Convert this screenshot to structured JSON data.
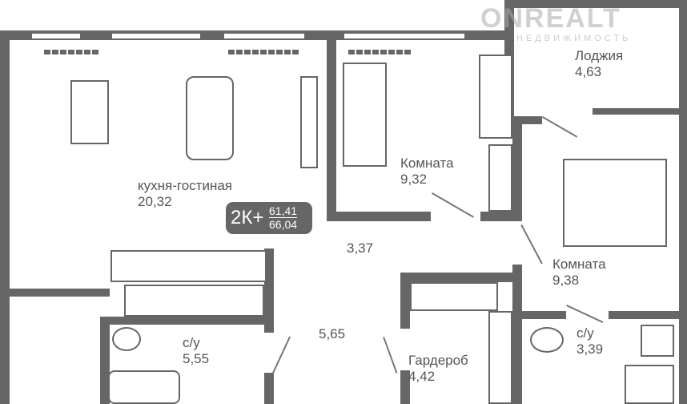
{
  "rooms": {
    "kitchen": {
      "name": "кухня-гостиная",
      "area": "20,32"
    },
    "room1": {
      "name": "Комната",
      "area": "9,32"
    },
    "loggia": {
      "name": "Лоджия",
      "area": "4,63"
    },
    "hall": {
      "area": "3,37"
    },
    "room2": {
      "name": "Комната",
      "area": "9,38"
    },
    "corridor": {
      "area": "5,65"
    },
    "bath1": {
      "name": "с/у",
      "area": "5,55"
    },
    "bath2": {
      "name": "с/у",
      "area": "3,39"
    },
    "wardrobe": {
      "name": "Гардероб",
      "area": "4,42"
    }
  },
  "badge": {
    "type": "2К+",
    "living": "61,41",
    "total": "66,04"
  },
  "watermark": {
    "brand": "ONREALT",
    "sub": "НЕДВИЖИМОСТЬ"
  },
  "colors": {
    "wall": "#666666",
    "badge": "#666666"
  }
}
